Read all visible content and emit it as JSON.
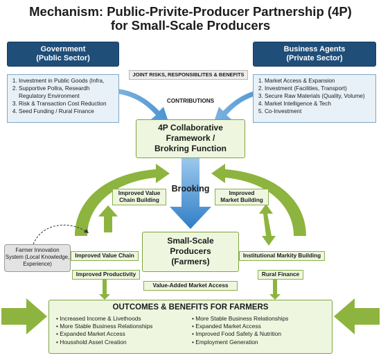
{
  "title": {
    "line1": "Mechanism: Public-Privite-Producer Partnership (4P)",
    "line2": "for Small-Scale Producers"
  },
  "government": {
    "header_line1": "Government",
    "header_line2": "(Public Sector)",
    "items": [
      "Investment in Public Goods (Infra,",
      "Supportive Pollra, Researdh Regulatory Environment",
      "Risk & Transaction Cost Reduction",
      "Seed Funding / Rural Finance"
    ]
  },
  "business": {
    "header_line1": "Business Agents",
    "header_line2": "(Private Sector)",
    "items": [
      "Market Access & Expansion",
      "Investment (Facilities, Transport)",
      "Secure Raw Materials (Quality, Volume)",
      "Market Intelligence & Tech",
      "Co-Investment"
    ]
  },
  "joint_risks": "JOINT RISKS, RESPONSIBLITES & BENEFITS",
  "contributions": "CONTRIBUTIONS",
  "framework": {
    "line1": "4P Collaborative",
    "line2": "Framework /",
    "line3": "Brokring Function"
  },
  "brooking": "Brooking",
  "value_chain_building": {
    "line1": "Improved Value",
    "line2": "Chain Building"
  },
  "market_building": {
    "line1": "Improved",
    "line2": "Market Building"
  },
  "producers": {
    "line1": "Small-Scale",
    "line2": "Producers",
    "line3": "(Farmers)"
  },
  "farmer_innovation": {
    "line1": "Farmer Innovation",
    "line2": "System (Local Knowledge,",
    "line3": "Experience)"
  },
  "improved_value_chain": "Improved Value Chain",
  "institutional": "Institutional Markity Building",
  "improved_productivity": "Improved Productivity",
  "rural_finance": "Rural Finance",
  "value_added": "Value-Added Market Access",
  "outcomes": {
    "title": "OUTCOMES & BENEFITS FOR FARMERS",
    "left": [
      "Increased Income & Livethoods",
      "More Stable Business Relationships",
      "Expanded Market Access",
      "Housshold Asset Creation"
    ],
    "right": [
      "More Stable Business Relationships",
      "Expanded Market Access",
      "Improved Food Safety & Nutrition",
      "Employment Generation"
    ]
  },
  "colors": {
    "navy": "#1f4e79",
    "light_blue": "#e8f1f8",
    "green_arrow": "#8db43e",
    "green_fill": "#eef6df",
    "blue_arrow": "#2f7ec6"
  }
}
